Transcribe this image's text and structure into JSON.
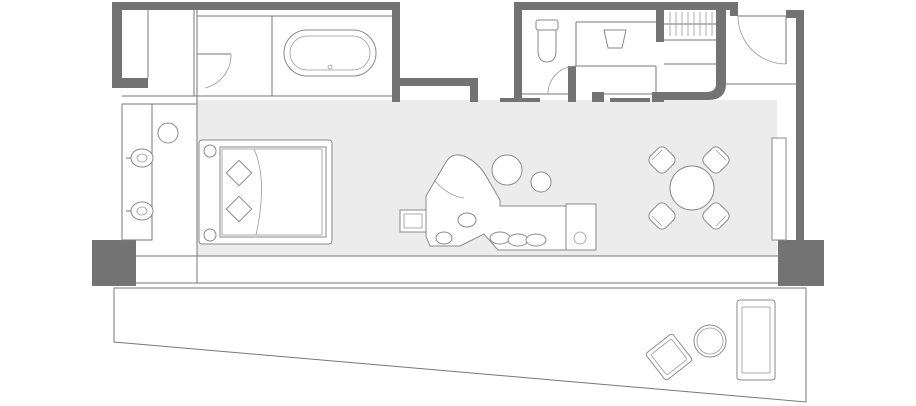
{
  "floorplan": {
    "labels": [],
    "rooms": [
      "bedroom-living-room",
      "bathroom",
      "toilet",
      "shower",
      "wardrobe",
      "entry",
      "vanity",
      "balcony"
    ],
    "colors": {
      "wall": "#737373",
      "floor": "#ececec",
      "line": "#777777",
      "background": "#ffffff"
    }
  }
}
